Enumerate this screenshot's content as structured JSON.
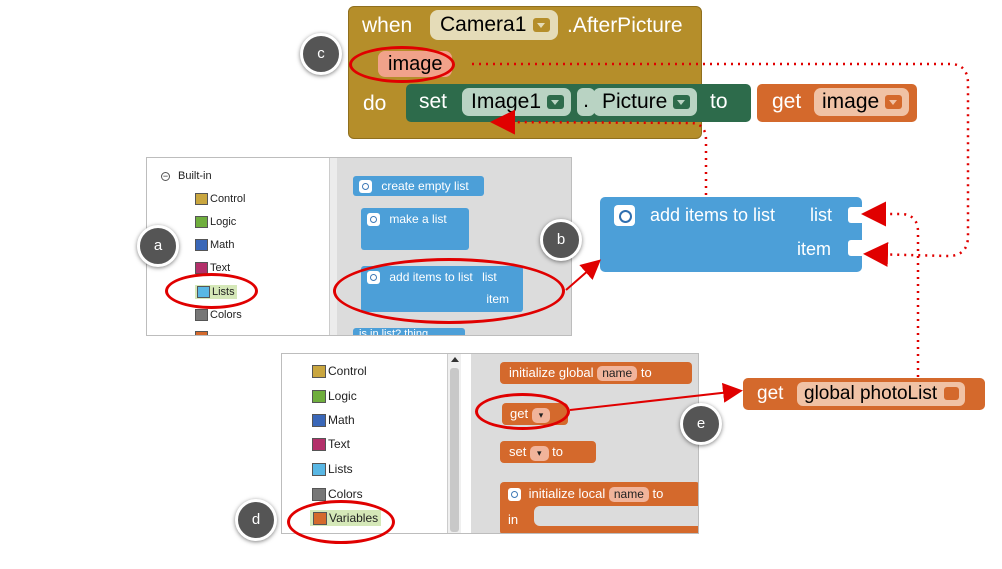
{
  "event_block": {
    "when": "when",
    "component": "Camera1",
    "event": ".AfterPicture",
    "param": "image",
    "do": "do",
    "set": "set",
    "target": "Image1",
    "dot": ".",
    "property": "Picture",
    "to": "to",
    "get": "get",
    "get_var": "image"
  },
  "panel_a": {
    "root": "Built-in",
    "items": [
      {
        "label": "Control",
        "color": "#c9a63f"
      },
      {
        "label": "Logic",
        "color": "#6fae3d"
      },
      {
        "label": "Math",
        "color": "#3a67b8"
      },
      {
        "label": "Text",
        "color": "#b3306a"
      },
      {
        "label": "Lists",
        "color": "#59b7e4"
      },
      {
        "label": "Colors",
        "color": "#777777"
      }
    ],
    "blocks": {
      "create_empty": "create empty list",
      "make_list": "make a list",
      "add_items": "add items to list",
      "list": "list",
      "item": "item",
      "is_in_list": "is in list? thing"
    }
  },
  "big_add_block": {
    "label": "add items to list",
    "list": "list",
    "item": "item"
  },
  "panel_d": {
    "items": [
      {
        "label": "Control",
        "color": "#c9a63f"
      },
      {
        "label": "Logic",
        "color": "#6fae3d"
      },
      {
        "label": "Math",
        "color": "#3a67b8"
      },
      {
        "label": "Text",
        "color": "#b3306a"
      },
      {
        "label": "Lists",
        "color": "#59b7e4"
      },
      {
        "label": "Colors",
        "color": "#777777"
      },
      {
        "label": "Variables",
        "color": "#d4692c"
      }
    ],
    "blocks": {
      "init_global": "initialize global",
      "name": "name",
      "to": "to",
      "get": "get",
      "set": "set",
      "init_local": "initialize local",
      "in": "in"
    }
  },
  "big_get_block": {
    "get": "get",
    "var": "global photoList"
  },
  "tags": {
    "a": "a",
    "b": "b",
    "c": "c",
    "d": "d",
    "e": "e"
  },
  "colors": {
    "event": "#b58e2a",
    "setter": "#2d6b4b",
    "variables": "#d4692c",
    "lists": "#4c9fd8",
    "highlight_ring": "#e00000"
  }
}
